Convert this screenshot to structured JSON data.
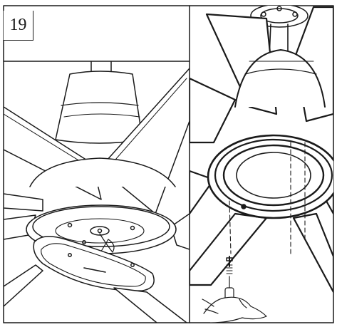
{
  "step": {
    "number": "19"
  },
  "panels": [
    {
      "id": "left",
      "depicts": "fan-underside-with-light-kit-pan-hanging-open"
    },
    {
      "id": "right",
      "depicts": "mounting-screws-into-light-kit-ring"
    }
  ],
  "icons": [
    "ceiling-fan-icon",
    "screwdriver-hand-icon",
    "screw-icon"
  ],
  "colors": {
    "line": "#1a1a1a",
    "background": "#ffffff"
  }
}
